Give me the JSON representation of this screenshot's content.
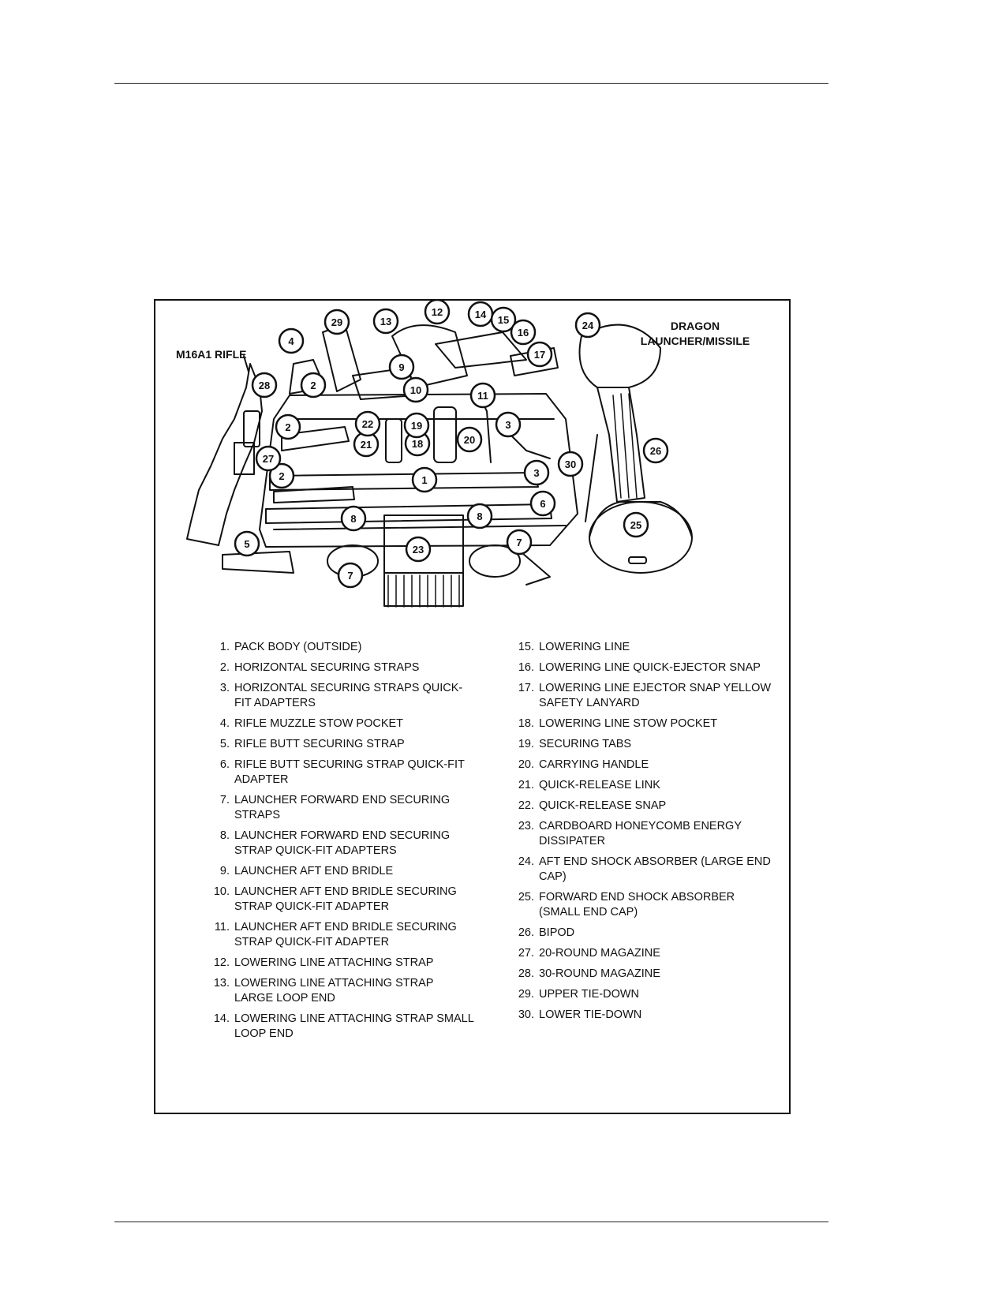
{
  "figure": {
    "labels": {
      "left": "M16A1 RIFLE",
      "right_line1": "DRAGON",
      "right_line2": "LAUNCHER/MISSILE"
    },
    "legend": {
      "left": [
        {
          "num": "1.",
          "text": "PACK BODY (OUTSIDE)"
        },
        {
          "num": "2.",
          "text": "HORIZONTAL SECURING STRAPS"
        },
        {
          "num": "3.",
          "text": "HORIZONTAL SECURING STRAPS QUICK-FIT ADAPTERS"
        },
        {
          "num": "4.",
          "text": "RIFLE MUZZLE STOW POCKET"
        },
        {
          "num": "5.",
          "text": "RIFLE BUTT SECURING STRAP"
        },
        {
          "num": "6.",
          "text": "RIFLE BUTT SECURING STRAP QUICK-FIT ADAPTER"
        },
        {
          "num": "7.",
          "text": "LAUNCHER FORWARD END SECURING STRAPS"
        },
        {
          "num": "8.",
          "text": "LAUNCHER FORWARD END SECURING STRAP QUICK-FIT ADAPTERS"
        },
        {
          "num": "9.",
          "text": "LAUNCHER AFT END BRIDLE"
        },
        {
          "num": "10.",
          "text": "LAUNCHER AFT END BRIDLE SECURING STRAP QUICK-FIT ADAPTER"
        },
        {
          "num": "11.",
          "text": "LAUNCHER AFT END BRIDLE SECURING STRAP QUICK-FIT ADAPTER"
        },
        {
          "num": "12.",
          "text": "LOWERING LINE ATTACHING STRAP"
        },
        {
          "num": "13.",
          "text": "LOWERING LINE ATTACHING STRAP LARGE LOOP END"
        },
        {
          "num": "14.",
          "text": "LOWERING LINE ATTACHING STRAP SMALL LOOP END"
        }
      ],
      "right": [
        {
          "num": "15.",
          "text": "LOWERING LINE"
        },
        {
          "num": "16.",
          "text": "LOWERING LINE QUICK-EJECTOR SNAP"
        },
        {
          "num": "17.",
          "text": "LOWERING LINE EJECTOR SNAP YELLOW SAFETY LANYARD"
        },
        {
          "num": "18.",
          "text": "LOWERING LINE STOW POCKET"
        },
        {
          "num": "19.",
          "text": "SECURING TABS"
        },
        {
          "num": "20.",
          "text": "CARRYING HANDLE"
        },
        {
          "num": "21.",
          "text": "QUICK-RELEASE LINK"
        },
        {
          "num": "22.",
          "text": "QUICK-RELEASE SNAP"
        },
        {
          "num": "23.",
          "text": "CARDBOARD HONEYCOMB ENERGY DISSIPATER"
        },
        {
          "num": "24.",
          "text": "AFT END SHOCK ABSORBER (LARGE END CAP)"
        },
        {
          "num": "25.",
          "text": "FORWARD END SHOCK ABSORBER (SMALL END CAP)"
        },
        {
          "num": "26.",
          "text": "BIPOD"
        },
        {
          "num": "27.",
          "text": "20-ROUND MAGAZINE"
        },
        {
          "num": "28.",
          "text": "30-ROUND MAGAZINE"
        },
        {
          "num": "29.",
          "text": "UPPER TIE-DOWN"
        },
        {
          "num": "30.",
          "text": "LOWER TIE-DOWN"
        }
      ]
    },
    "callouts": [
      "1",
      "2",
      "2",
      "2",
      "3",
      "3",
      "4",
      "5",
      "6",
      "7",
      "7",
      "8",
      "8",
      "9",
      "10",
      "11",
      "12",
      "13",
      "14",
      "15",
      "16",
      "17",
      "18",
      "19",
      "20",
      "21",
      "22",
      "23",
      "24",
      "25",
      "26",
      "27",
      "28",
      "29",
      "30"
    ]
  }
}
